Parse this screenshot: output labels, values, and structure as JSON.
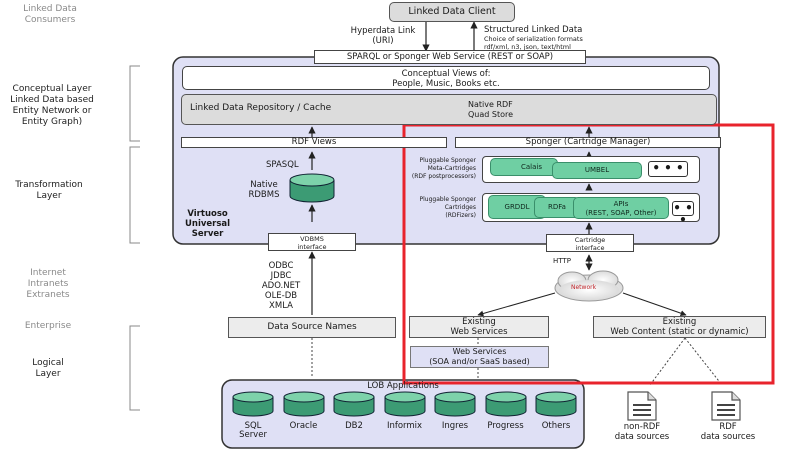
{
  "left_labels": {
    "linked_data_consumers": "Linked Data\nConsumers",
    "conceptual_layer": "Conceptual Layer\nLinked Data based\nEntity Network or\nEntity Graph)",
    "transformation_layer": "Transformation\nLayer",
    "internet": "Internet\nIntranets\nExtranets",
    "enterprise": "Enterprise",
    "logical_layer": "Logical\nLayer"
  },
  "client": {
    "title": "Linked Data Client",
    "hyperdata_link": "Hyperdata Link\n(URI)",
    "structured_title": "Structured Linked Data",
    "structured_detail": "Choice of serialization formats\nrdf/xml, n3, json, text/html"
  },
  "server": {
    "sparql_bar": "SPARQL or Sponger Web Service (REST or SOAP)",
    "conceptual_views": "Conceptual Views of:\nPeople, Music, Books etc.",
    "repository": "Linked Data Repository / Cache",
    "quad_store": "Native RDF\nQuad Store",
    "rdf_views": "RDF Views",
    "sponger": "Sponger (Cartridge Manager)",
    "spasql": "SPASQL",
    "native_rdbms": "Native\nRDBMS",
    "virtuoso": "Virtuoso\nUniversal\nServer",
    "meta_cartridges": "Pluggable Sponger\nMeta-Cartridges\n(RDF postprocessors)",
    "cartridges": "Pluggable Sponger\nCartridges\n(RDFizers)",
    "calais": "Calais",
    "umbel": "UMBEL",
    "grddl": "GRDDL",
    "rdfa": "RDFa",
    "apis": "APIs\n(REST, SOAP, Other)",
    "more": "• • •",
    "vdbms": "VDBMS\ninterface",
    "cartridge_interface": "Cartridge\ninterface"
  },
  "connectivity": {
    "protocols": "ODBC\nJDBC\nADO.NET\nOLE-DB\nXMLA",
    "http": "HTTP",
    "network": "Network"
  },
  "enterprise": {
    "data_source_names": "Data Source Names",
    "existing_web_services": "Existing\nWeb Services",
    "existing_web_content": "Existing\nWeb Content (static or dynamic)",
    "web_services": "Web Services\n(SOA and/or SaaS based)"
  },
  "lob": {
    "title": "LOB Applications",
    "databases": [
      "SQL\nServer",
      "Oracle",
      "DB2",
      "Informix",
      "Ingres",
      "Progress",
      "Others"
    ]
  },
  "documents": {
    "non_rdf": "non-RDF\ndata sources",
    "rdf": "RDF\ndata sources"
  },
  "colors": {
    "server_fill": "#dfe0f5",
    "green": "#6fcfa3",
    "highlight": "#e8232c",
    "cylinder": "#3c9b74"
  }
}
